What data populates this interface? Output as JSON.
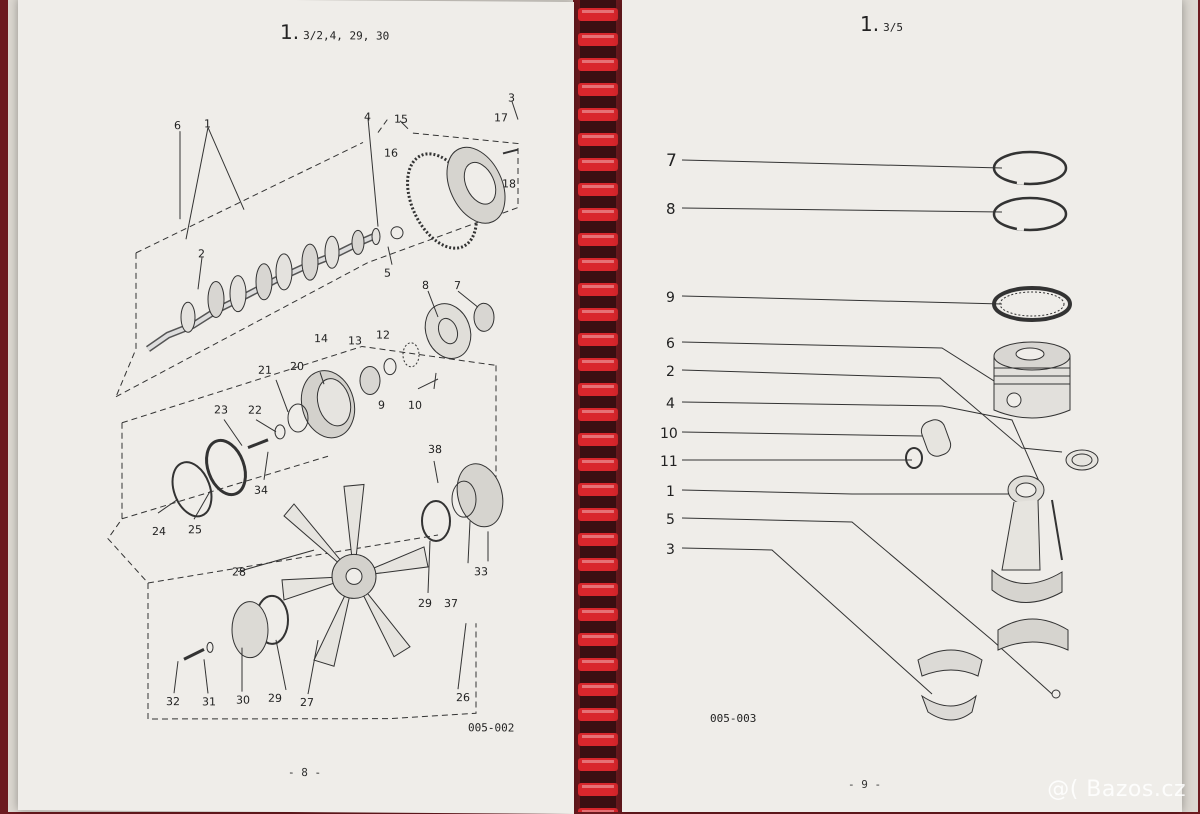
{
  "left_page": {
    "header_main": "1.",
    "header_sub": "3/2,4, 29, 30",
    "figure_code": "005-002",
    "page_number": "- 8 -",
    "part_labels": [
      "1",
      "2",
      "3",
      "4",
      "5",
      "6",
      "7",
      "8",
      "9",
      "10",
      "12",
      "13",
      "14",
      "15",
      "16",
      "17",
      "18",
      "20",
      "21",
      "22",
      "23",
      "24",
      "25",
      "26",
      "27",
      "28",
      "29",
      "29",
      "30",
      "31",
      "32",
      "33",
      "34",
      "37",
      "38"
    ]
  },
  "right_page": {
    "header_main": "1.",
    "header_sub": "3/5",
    "figure_code": "005-003",
    "page_number": "- 9 -",
    "part_labels": [
      "7",
      "8",
      "9",
      "6",
      "2",
      "4",
      "10",
      "11",
      "1",
      "5",
      "3"
    ]
  },
  "watermark": "@( Bazos.cz",
  "colors": {
    "binding": "#d9262c",
    "paper": "#efede9",
    "background": "#6c1a1f"
  }
}
